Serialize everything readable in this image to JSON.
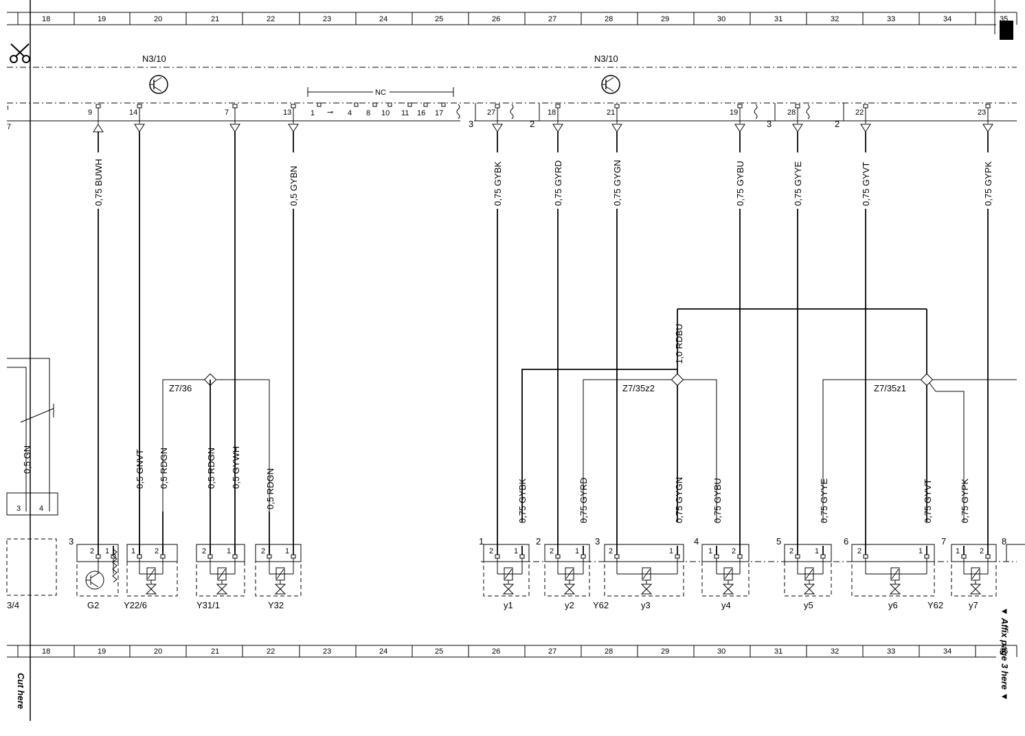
{
  "grid": {
    "columns": [
      "18",
      "19",
      "20",
      "21",
      "22",
      "23",
      "24",
      "25",
      "26",
      "27",
      "28",
      "29",
      "30",
      "31",
      "32",
      "33",
      "34",
      "35"
    ]
  },
  "controller": {
    "label_left": "N3/10",
    "label_right": "N3/10",
    "nc_label": "NC",
    "nc_pins": [
      "1",
      "4",
      "8",
      "10",
      "11",
      "16",
      "17"
    ],
    "group_numbers": {
      "a": "3",
      "b": "2",
      "c": "3",
      "d": "2"
    }
  },
  "wires": [
    {
      "pin": "9",
      "label": "0,75 BUWH"
    },
    {
      "pin": "14",
      "label": ""
    },
    {
      "pin": "7",
      "label": ""
    },
    {
      "pin": "13",
      "label": "0,5 GYBN"
    },
    {
      "pin": "27",
      "label": "0,75 GYBK"
    },
    {
      "pin": "18",
      "label": "0,75 GYRD"
    },
    {
      "pin": "21",
      "label": "0,75 GYGN"
    },
    {
      "pin": "19",
      "label": "0,75 GYBU"
    },
    {
      "pin": "28",
      "label": "0,75 GYYE"
    },
    {
      "pin": "22",
      "label": "0,75 GYVT"
    },
    {
      "pin": "23",
      "label": "0,75 GYPK"
    }
  ],
  "splices": {
    "z1": "Z7/36",
    "z2": "Z7/35z2",
    "z3": "Z7/35z1",
    "feed_label": "1,0 RDBU"
  },
  "lower_wires": [
    "0,5 GN",
    "0,5 GNVT",
    "0,5 RDGN",
    "0,5 RDGN",
    "0,5 GYWH",
    "0,5 RDGN",
    "0,75 GYBK",
    "0,75 GYRD",
    "0,75 GYGN",
    "0,75 GYBU",
    "0,75 GYYE",
    "0,75 GYVT",
    "0,75 GYPK"
  ],
  "components": [
    {
      "label": "G2",
      "num": "3"
    },
    {
      "label": "Y22/6",
      "num": ""
    },
    {
      "label": "Y31/1",
      "num": ""
    },
    {
      "label": "Y32",
      "num": ""
    },
    {
      "label": "y1",
      "num": "1"
    },
    {
      "label": "y2",
      "num": "2"
    },
    {
      "label": "y3",
      "num": "3"
    },
    {
      "label": "y4",
      "num": "4"
    },
    {
      "label": "y5",
      "num": "5"
    },
    {
      "label": "y6",
      "num": "6"
    },
    {
      "label": "y7",
      "num": "7"
    },
    {
      "label": "",
      "num": "8"
    }
  ],
  "group_label": "Y62",
  "left_fragment": {
    "label": "3/4",
    "pin_a": "3",
    "pin_b": "4"
  },
  "margin": {
    "cut_here": "Cut here",
    "affix": "▼ Affix page 3 here ▼",
    "scissors_icon": "scissors-icon"
  }
}
